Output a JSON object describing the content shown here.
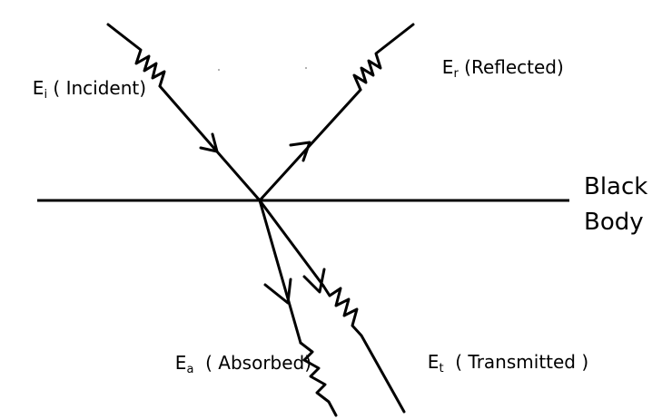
{
  "labels": {
    "incident": {
      "symbol": "E",
      "subscript": "i",
      "text": " ( Incident)"
    },
    "reflected": {
      "symbol": "E",
      "subscript": "r",
      "text": " (Reflected)"
    },
    "absorbed": {
      "symbol": "E",
      "subscript": "a",
      "text": "  ( Absorbed)"
    },
    "transmitted": {
      "symbol": "E",
      "subscript": "t",
      "text": "  ( Transmitted )"
    },
    "surface_line1": "Black",
    "surface_line2": "Body"
  },
  "colors": {
    "ink": "#000000",
    "background": "#ffffff"
  }
}
